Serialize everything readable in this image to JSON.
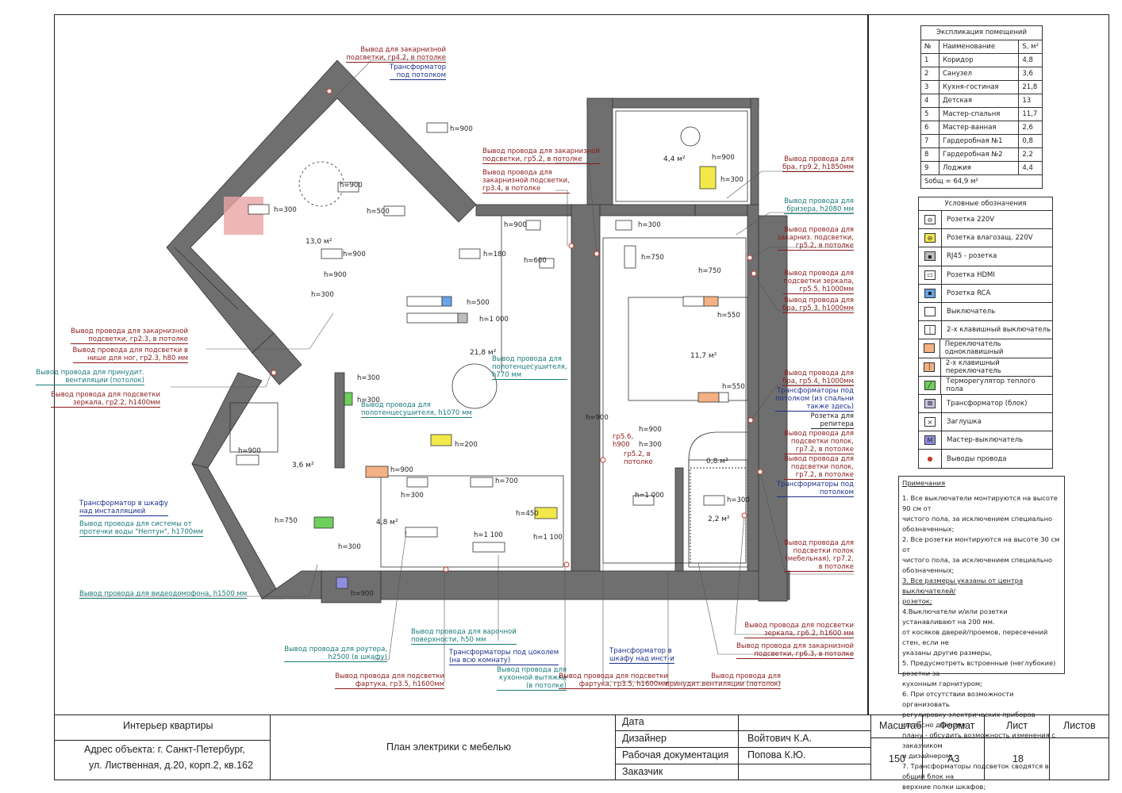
{
  "rooms_table": {
    "title": "Экспликация помещений",
    "header": [
      "№",
      "Наименование",
      "S, м²"
    ],
    "rows": [
      [
        "1",
        "Коридор",
        "4,8"
      ],
      [
        "2",
        "Санузел",
        "3,6"
      ],
      [
        "3",
        "Кухня-гостиная",
        "21,8"
      ],
      [
        "4",
        "Детская",
        "13"
      ],
      [
        "5",
        "Мастер-спальня",
        "11,7"
      ],
      [
        "6",
        "Мастер-ванная",
        "2,6"
      ],
      [
        "7",
        "Гардеробная №1",
        "0,8"
      ],
      [
        "8",
        "Гардеробная №2",
        "2,2"
      ],
      [
        "9",
        "Лоджия",
        "4,4"
      ]
    ],
    "total": "Sобщ = 64,9 м²"
  },
  "legend": {
    "title": "Условные обозначения",
    "items": [
      {
        "label": "Розетка 220V",
        "icon": "socket-icon",
        "color": "#ffffff"
      },
      {
        "label": "Розетка влагозащ. 220V",
        "icon": "waterproof-socket-icon",
        "color": "#f2e84a"
      },
      {
        "label": "RJ45 - розетка",
        "icon": "rj45-icon",
        "color": "#bdbdbd"
      },
      {
        "label": "Розетка HDMI",
        "icon": "hdmi-icon",
        "color": "#ffffff"
      },
      {
        "label": "Розетка RCA",
        "icon": "rca-icon",
        "color": "#6aa3e8"
      },
      {
        "label": "Выключатель",
        "icon": "switch-icon",
        "color": "#ffffff"
      },
      {
        "label": "2-х клавишный выключатель",
        "icon": "double-switch-icon",
        "color": "#ffffff"
      },
      {
        "label": "Переключатель одноклавишный",
        "icon": "toggle-icon",
        "color": "#f4b183"
      },
      {
        "label": "2-х клавишный переключатель",
        "icon": "double-toggle-icon",
        "color": "#f4b183"
      },
      {
        "label": "Терморегулятор теплого пола",
        "icon": "thermostat-icon",
        "color": "#6fcf5b"
      },
      {
        "label": "Трансформатор (блок)",
        "icon": "transformer-icon",
        "color": "#c9c3e8"
      },
      {
        "label": "Заглушка",
        "icon": "cap-icon",
        "color": "#ffffff"
      },
      {
        "label": "Мастер-выключатель",
        "icon": "master-switch-icon",
        "color": "#8f8fe0"
      },
      {
        "label": "Выводы провода",
        "icon": "wire-outlet-icon",
        "color": "#c0392b"
      }
    ]
  },
  "notes": {
    "title": "Примечания",
    "lines": [
      "1. Все выключатели монтируются на высоте 90 см от",
      "чистого пола, за исключением специально обозначенных;",
      "2. Все розетки монтируются на высоте 30 см от",
      "чистого пола, за исключением специально обозначенных;",
      "3. Все размеры указаны от центра выключателей/",
      "розеток;",
      "4.Выключатели и/или розетки устанавливают на 200 мм.",
      "от косяков дверей/проемов, пересечений стен,  если не",
      "указаны другие размеры,",
      "5. Предусмотреть встроенные (неглубокие) розетки за",
      "кухонным гарнитуром;",
      "6. При отсутствии возможности организовать",
      "регулировку электрических приборов согласно данному",
      "плану - обсудить возможность изменения с заказчиком",
      "и дизайнером;",
      "7. Трансформаторы подсветок сводятся в общий блок на",
      "верхние полки шкафов;"
    ]
  },
  "title_block": {
    "project": "Интерьер квартиры",
    "address_1": "Адрес объекта: г. Санкт-Петербург,",
    "address_2": "ул. Лиственная, д.20, корп.2, кв.162",
    "sheet_title": "План электрики с мебелью",
    "row_labels": [
      "Дата",
      "Дизайнер",
      "Рабочая документация",
      "Заказчик"
    ],
    "designer": "Войтович К.А.",
    "rd_person": "Попова К.Ю.",
    "col_headers": [
      "Масштаб",
      "Формат",
      "Лист",
      "Листов"
    ],
    "scale": "150",
    "format": "А3",
    "sheet": "18",
    "sheets": ""
  },
  "plan": {
    "room_areas": [
      "13,0 м²",
      "21,8 м²",
      "11,7 м²",
      "4,4 м²",
      "3,6 м²",
      "4,8 м²",
      "0,8 м²",
      "2,2 м²"
    ],
    "heights": [
      "h=900",
      "h=900",
      "h=500",
      "h=900",
      "h=300",
      "h=900",
      "h=300",
      "h=900",
      "h=180",
      "h=600",
      "h=500",
      "h=1 000",
      "h=300",
      "h=750",
      "h=750",
      "h=550",
      "h=550",
      "h=300",
      "h=300",
      "h=900",
      "h=300",
      "h=200",
      "h=900",
      "h=900",
      "h=700",
      "h=1 100",
      "h=450",
      "h=1 000",
      "h=300",
      "h=300",
      "h=900",
      "h=900",
      "h=750",
      "h=300",
      "h=900",
      "h=300",
      "h=1 100"
    ],
    "left_notes": [
      {
        "lines": [
          "Вывод провода для закарнизной",
          "подсветки, гр2.3, в потолке"
        ],
        "color": "red"
      },
      {
        "lines": [
          "Вывод провода для подсветки в",
          "нише для ног, гр2.3, h80 мм"
        ],
        "color": "red"
      },
      {
        "lines": [
          "Вывод провода для принудит.",
          "вентиляции (потолок)"
        ],
        "color": "teal"
      },
      {
        "lines": [
          "Вывод провода для подсветки",
          "зеркала, гр2.2, h1400мм"
        ],
        "color": "red"
      },
      {
        "lines": [
          "Трансформатор в шкафу",
          "над инсталляцией"
        ],
        "color": "blue"
      },
      {
        "lines": [
          "Вывод провода для системы от",
          "протечки воды \"Нептун\", h1700мм"
        ],
        "color": "teal"
      },
      {
        "lines": [
          "Вывод провода для видеодомофона, h1500 мм"
        ],
        "color": "teal"
      }
    ],
    "top_notes": [
      {
        "lines": [
          "Вывод для закарнизной",
          "подсветки, гр4.2, в потолке"
        ],
        "color": "red"
      },
      {
        "lines": [
          "Трансформатор",
          "под потолком"
        ],
        "color": "blue"
      },
      {
        "lines": [
          "Вывод провода для закарнизной",
          "подсветки, гр5.2, в потолке"
        ],
        "color": "red"
      },
      {
        "lines": [
          "Вывод провода для",
          "закарнизной подсветки,",
          "гр3.4, в потолке"
        ],
        "color": "red"
      },
      {
        "lines": [
          "Вывод провода для",
          "полотенцесушителя,",
          "h770 мм"
        ],
        "color": "teal"
      },
      {
        "lines": [
          "Вывод провода для",
          "полотенцесушителя, h1070 мм"
        ],
        "color": "teal"
      }
    ],
    "right_notes": [
      {
        "lines": [
          "Вывод провода для",
          "бра, гр9.2, h1850мм"
        ],
        "color": "red"
      },
      {
        "lines": [
          "Вывод провода для",
          "бризера, h2080 мм"
        ],
        "color": "teal"
      },
      {
        "lines": [
          "Вывод провода для",
          "закарниз. подсветки,",
          "гр5.2, в потолке"
        ],
        "color": "red"
      },
      {
        "lines": [
          "Вывод провода для",
          "подсветки зеркала,",
          "гр5.5, h1000мм"
        ],
        "color": "red"
      },
      {
        "lines": [
          "Вывод провода для",
          "бра, гр5.3, h1000мм"
        ],
        "color": "red"
      },
      {
        "lines": [
          "Вывод провода для",
          "бра, гр5.4, h1000мм"
        ],
        "color": "red"
      },
      {
        "lines": [
          "Трансформаторы под",
          "потолком (из спальни",
          "также здесь)"
        ],
        "color": "blue"
      },
      {
        "lines": [
          "Розетка для",
          "репитера"
        ],
        "color": "dark"
      },
      {
        "lines": [
          "Вывод провода для",
          "подсветки полок,",
          "гр7.2, в потолке"
        ],
        "color": "red"
      },
      {
        "lines": [
          "Вывод провода для",
          "подсветки полок,",
          "гр7.2, в потолке"
        ],
        "color": "red"
      },
      {
        "lines": [
          "Трансформаторы под",
          "потолком"
        ],
        "color": "blue"
      },
      {
        "lines": [
          "Вывод провода для",
          "подсветки полок",
          "(мебельная), гр7.2,",
          "в потолке"
        ],
        "color": "red"
      },
      {
        "lines": [
          "Вывод провода для подсветки",
          "зеркала, гр6.2, h1600 мм"
        ],
        "color": "red"
      },
      {
        "lines": [
          "Вывод провода для закарнизной",
          "подсветки, гр6.3, в потолке"
        ],
        "color": "red"
      }
    ],
    "bottom_notes": [
      {
        "lines": [
          "Вывод провода для роутера,",
          "h2500 (в шкафу)"
        ],
        "color": "teal"
      },
      {
        "lines": [
          "Вывод провода для подсветки",
          "фартука, гр3.5, h1600мм"
        ],
        "color": "red"
      },
      {
        "lines": [
          "Вывод провода для варочной",
          "поверхности, h50 мм"
        ],
        "color": "teal"
      },
      {
        "lines": [
          "Трансформаторы под цоколем",
          "(на всю комнату)"
        ],
        "color": "blue"
      },
      {
        "lines": [
          "Вывод провода для",
          "кухонной вытяжки",
          "(в потолке)"
        ],
        "color": "teal"
      },
      {
        "lines": [
          "Вывод провода для подсветки",
          "фартука, гр3.5, h1600мм"
        ],
        "color": "red"
      },
      {
        "lines": [
          "Трансформатор в",
          "шкафу над инст-и"
        ],
        "color": "blue"
      },
      {
        "lines": [
          "Вывод провода для",
          "принудит.вентиляции (потолок)"
        ],
        "color": "red"
      }
    ],
    "inline_notes": [
      "гр5.6,",
      "h900",
      "гр5.2, в",
      "потолке"
    ]
  }
}
